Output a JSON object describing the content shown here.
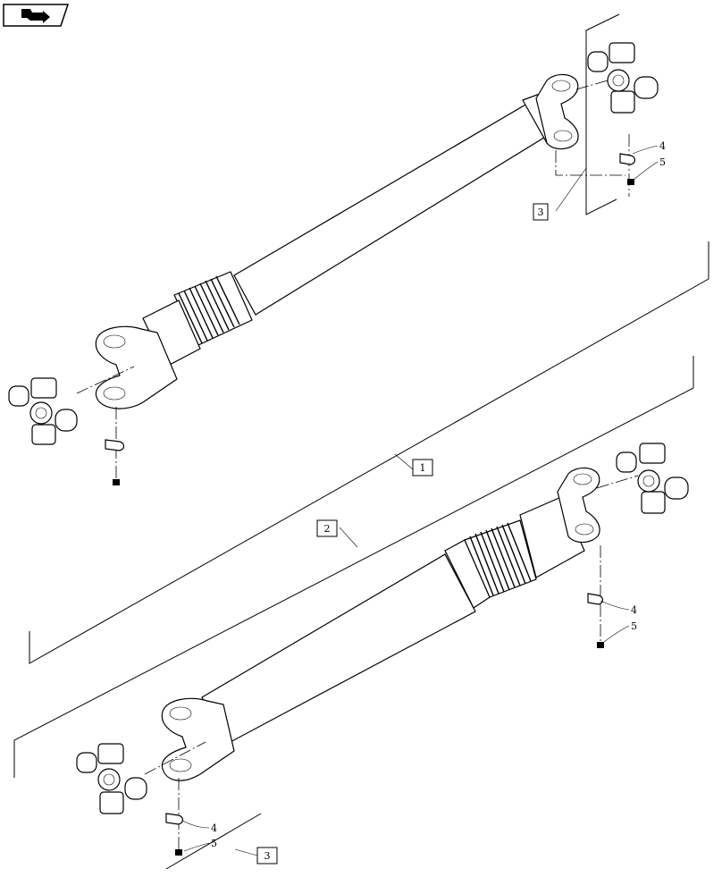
{
  "callouts": {
    "item_1": "1",
    "item_2": "2",
    "item_3_top": "3",
    "item_3_bottom": "3",
    "item_4_top": "4",
    "item_5_top": "5",
    "item_4_mid": "4",
    "item_5_mid": "5",
    "item_4_bottom": "4",
    "item_5_bottom": "5"
  },
  "icons": {
    "nav": "navigation-arrow-icon"
  }
}
